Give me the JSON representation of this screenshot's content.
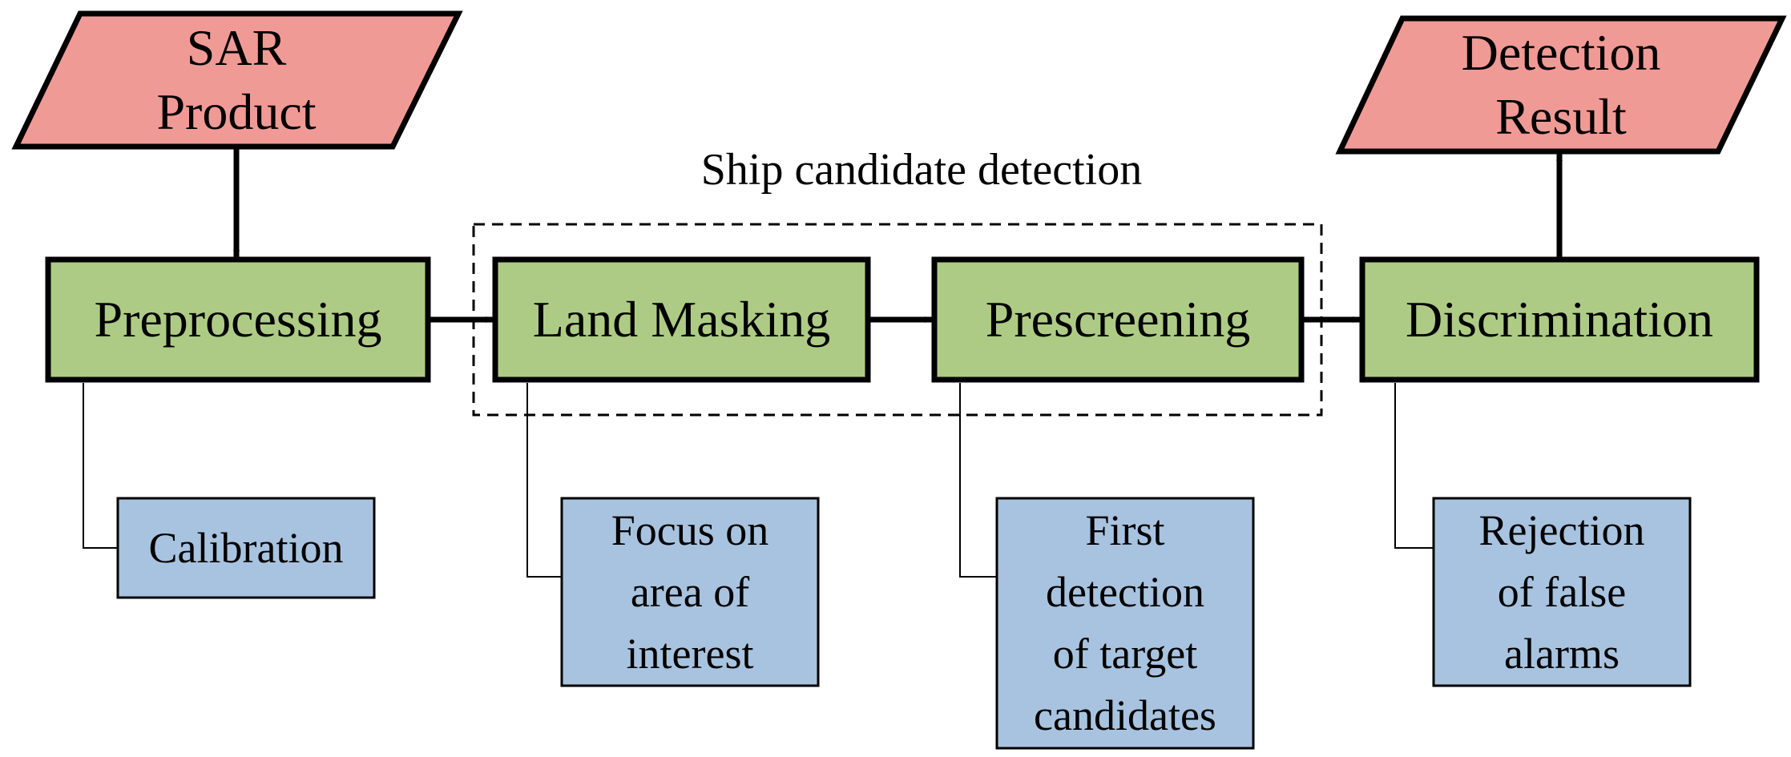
{
  "colors": {
    "io": "#F09A96",
    "process": "#AECB85",
    "note": "#A8C3DF",
    "stroke": "#000000"
  },
  "title": "Ship candidate detection",
  "inputs": {
    "sar_product": [
      "SAR",
      "Product"
    ],
    "detection_result": [
      "Detection",
      "Result"
    ]
  },
  "steps": {
    "preprocessing": "Preprocessing",
    "land_masking": "Land Masking",
    "prescreening": "Prescreening",
    "discrimination": "Discrimination"
  },
  "notes": {
    "calibration": [
      "Calibration"
    ],
    "focus": [
      "Focus on",
      "area of",
      "interest"
    ],
    "first_detection": [
      "First",
      "detection",
      "of target",
      "candidates"
    ],
    "rejection": [
      "Rejection",
      "of false",
      "alarms"
    ]
  }
}
